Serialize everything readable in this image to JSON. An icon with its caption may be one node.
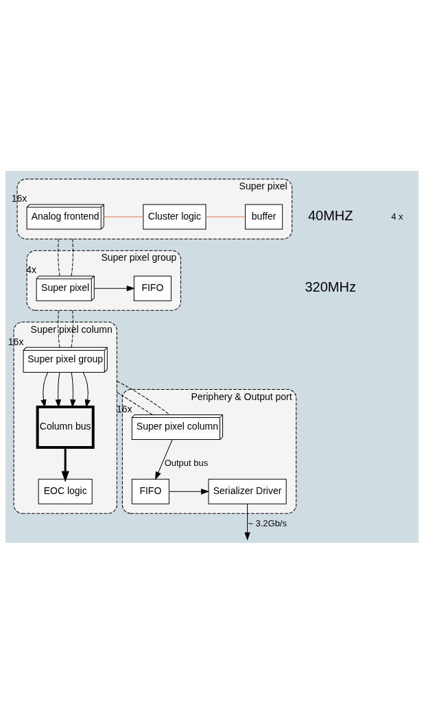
{
  "diagram": {
    "nodes": [
      {
        "text": [
          "Super pixel"
        ]
      },
      {
        "text": [
          "Analog frontend"
        ],
        "in": 0,
        "beside": [
          "16x"
        ]
      },
      {
        "text": [
          "Cluster logic"
        ],
        "in": 0
      },
      {
        "text": [
          "buffer"
        ],
        "in": 0
      },
      {
        "text": [
          "Super pixel group"
        ]
      },
      {
        "text": [
          "Super pixel"
        ],
        "in": 4,
        "beside": [
          "4x"
        ]
      },
      {
        "text": [
          "FIFO"
        ],
        "in": 4
      },
      {
        "text": [
          "Super pixel column"
        ]
      },
      {
        "text": [
          "Super pixel group"
        ],
        "in": 7,
        "beside": [
          "16x"
        ]
      },
      {
        "text": [
          "Column bus"
        ],
        "in": 7
      },
      {
        "text": [
          "EOC logic"
        ],
        "in": 7
      },
      {
        "text": [
          "Periphery & Output port"
        ]
      },
      {
        "text": [
          "Super pixel column"
        ],
        "in": 11,
        "beside": [
          "16x"
        ]
      },
      {
        "text": [
          "FIFO"
        ],
        "in": 11
      },
      {
        "text": [
          "Serializer Driver"
        ],
        "in": 11
      }
    ],
    "edges": [
      {
        "from": 1,
        "to": 2,
        "arrow": "none",
        "color": "#e07050"
      },
      {
        "from": 2,
        "to": 3,
        "arrow": "none",
        "color": "#e07050"
      },
      {
        "from": 0,
        "to": 5,
        "arrow": "none",
        "style": "dashed"
      },
      {
        "from": 0,
        "to": 5,
        "arrow": "none",
        "style": "dashed"
      },
      {
        "from": 5,
        "to": 6,
        "arrow": "to"
      },
      {
        "from": 4,
        "to": 8,
        "arrow": "none",
        "style": "dashed"
      },
      {
        "from": 4,
        "to": 8,
        "arrow": "none",
        "style": "dashed"
      },
      {
        "from": 8,
        "to": 9,
        "arrow": "to"
      },
      {
        "from": 8,
        "to": 9,
        "arrow": "to"
      },
      {
        "from": 8,
        "to": 9,
        "arrow": "to"
      },
      {
        "from": 8,
        "to": 9,
        "arrow": "to"
      },
      {
        "from": 9,
        "to": 10,
        "arrow": "to",
        "style": "thick"
      },
      {
        "from": 7,
        "to": 12,
        "arrow": "none",
        "style": "dashed"
      },
      {
        "from": 7,
        "to": 12,
        "arrow": "none",
        "style": "dashed"
      },
      {
        "from": 12,
        "to": 13,
        "arrow": "to",
        "label": "Output bus"
      },
      {
        "from": 13,
        "to": 14,
        "arrow": "to"
      },
      {
        "from": 14,
        "to": null,
        "arrow": "to",
        "label": "~ 3.2Gb/s"
      }
    ],
    "labels": [
      "40MHZ",
      "320MHz",
      "4 x"
    ]
  }
}
